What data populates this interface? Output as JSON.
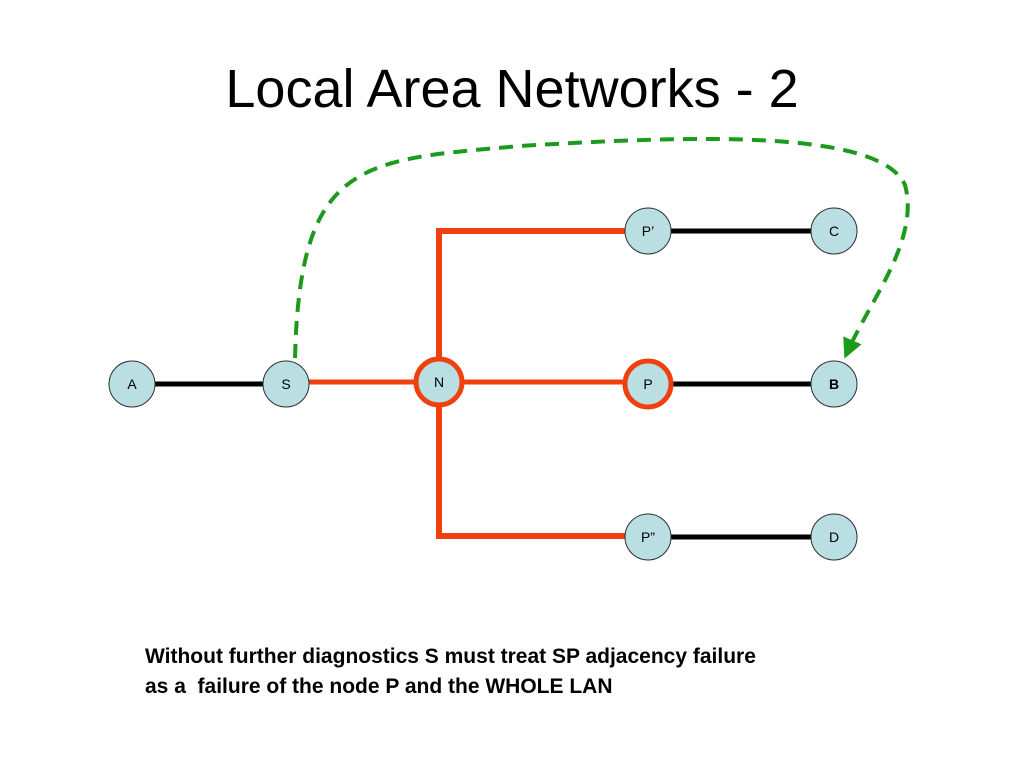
{
  "title": "Local Area Networks - 2",
  "nodes": {
    "A": {
      "label": "A"
    },
    "S": {
      "label": "S"
    },
    "N": {
      "label": "N"
    },
    "P": {
      "label": "P"
    },
    "P_prime": {
      "label": "P’"
    },
    "P_double": {
      "label": "P”"
    },
    "B": {
      "label": "B"
    },
    "C": {
      "label": "C"
    },
    "D": {
      "label": "D"
    }
  },
  "colors": {
    "node_fill": "#b9dfe2",
    "lan_orange": "#f0400f",
    "link_black": "#000000",
    "reroute_green": "#1c9a1c"
  },
  "caption": {
    "line1": "Without further diagnostics S must treat SP adjacency failure",
    "line2": "as a  failure of the node P and the WHOLE LAN"
  }
}
